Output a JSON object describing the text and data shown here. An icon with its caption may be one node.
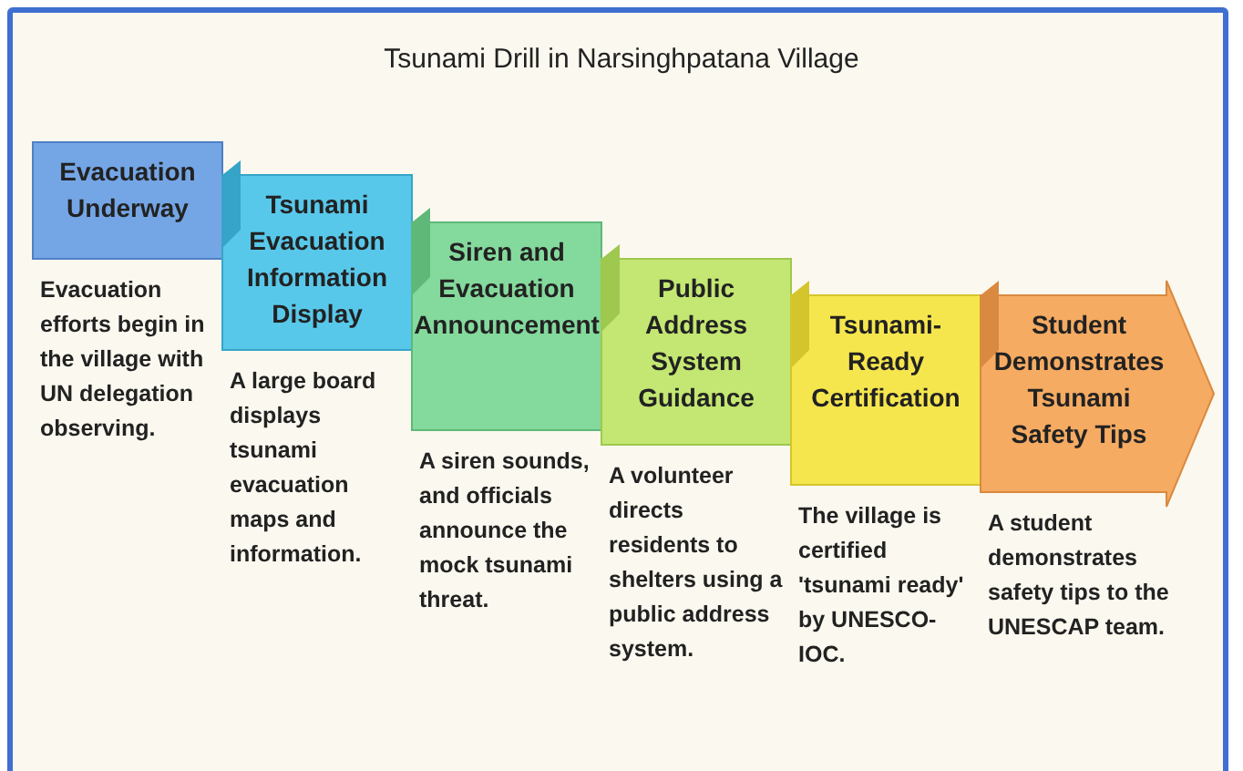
{
  "diagram": {
    "title": "Tsunami Drill in Narsinghpatana Village",
    "nodes": [
      {
        "text": [
          "Evacuation Underway"
        ],
        "beside": [
          "Evacuation efforts begin in the village with UN delegation observing."
        ]
      },
      {
        "text": [
          "Tsunami Evacuation Information Display"
        ],
        "beside": [
          "A large board displays tsunami evacuation maps and information."
        ]
      },
      {
        "text": [
          "Siren and Evacuation Announcement"
        ],
        "beside": [
          "A siren sounds, and officials announce the mock tsunami threat."
        ]
      },
      {
        "text": [
          "Public Address System Guidance"
        ],
        "beside": [
          "A volunteer directs residents to shelters using a public address system."
        ]
      },
      {
        "text": [
          "Tsunami-Ready Certification"
        ],
        "beside": [
          "The village is certified 'tsunami ready' by UNESCO-IOC."
        ]
      },
      {
        "text": [
          "Student Demonstrates Tsunami Safety Tips"
        ],
        "beside": [
          "A student demonstrates safety tips to the UNESCAP team."
        ]
      }
    ]
  }
}
